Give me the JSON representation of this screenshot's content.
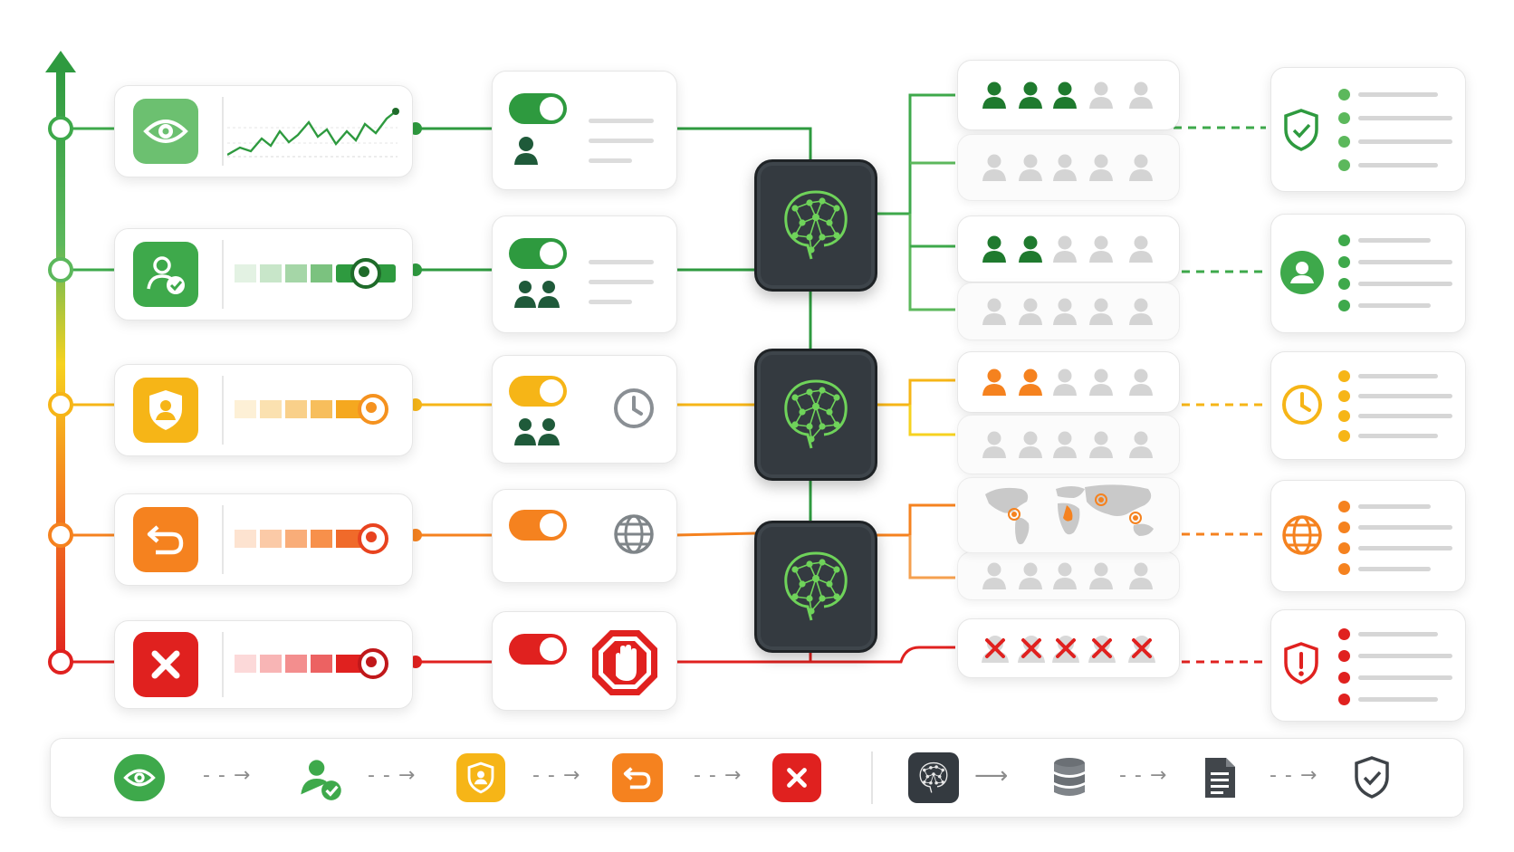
{
  "colors": {
    "green": "#2e9a3f",
    "lightgreen": "#5cb85c",
    "yellow": "#f6b517",
    "orange": "#f5821f",
    "red": "#e0211f",
    "chip": "#343a40",
    "neural": "#6fd35a"
  },
  "levels": [
    {
      "name": "observe",
      "icon": "eye-icon",
      "color": "#5cb85c",
      "indicator": "sparkline",
      "toggle_on": true,
      "person_icon": "single-user-icon",
      "badge_icon": "",
      "final_icon": "shield-check-icon"
    },
    {
      "name": "verified",
      "icon": "user-check-icon",
      "color": "#3ea94b",
      "indicator": "progress",
      "level_fraction": 1.0,
      "toggle_on": true,
      "person_icon": "two-users-icon",
      "badge_icon": "",
      "final_icon": "user-circle-icon"
    },
    {
      "name": "protected",
      "icon": "shield-user-icon",
      "color": "#f6b517",
      "indicator": "progress",
      "level_fraction": 1.0,
      "toggle_on": true,
      "person_icon": "two-users-icon",
      "badge_icon": "clock-icon",
      "final_icon": "clock-icon"
    },
    {
      "name": "revert",
      "icon": "undo-icon",
      "color": "#f5821f",
      "indicator": "progress",
      "level_fraction": 1.0,
      "toggle_on": true,
      "person_icon": "",
      "badge_icon": "globe-icon",
      "final_icon": "globe-icon"
    },
    {
      "name": "blocked",
      "icon": "x-icon",
      "color": "#e0211f",
      "indicator": "progress",
      "level_fraction": 1.0,
      "toggle_on": true,
      "person_icon": "",
      "badge_icon": "stop-hand-icon",
      "final_icon": "shield-alert-icon"
    }
  ],
  "audience_rows": [
    {
      "active": 3,
      "total": 5,
      "color": "#1f7a2e"
    },
    {
      "active": 0,
      "total": 5,
      "color": "#1f7a2e"
    },
    {
      "active": 2,
      "total": 5,
      "color": "#1f7a2e"
    },
    {
      "active": 0,
      "total": 5,
      "color": "#1f7a2e"
    },
    {
      "active": 2,
      "total": 5,
      "color": "#f5821f"
    },
    {
      "active": 0,
      "total": 5,
      "color": "#f5821f"
    },
    {
      "map": true
    },
    {
      "active": 0,
      "total": 5,
      "color": "#f5821f"
    },
    {
      "blocked": 5,
      "color": "#e0211f"
    }
  ],
  "legend_flow": [
    {
      "icon": "eye-icon",
      "color": "#3ea94b"
    },
    {
      "icon": "user-check-icon",
      "color": "#3ea94b"
    },
    {
      "icon": "shield-user-icon",
      "color": "#f6b517"
    },
    {
      "icon": "undo-icon",
      "color": "#f5821f"
    },
    {
      "icon": "x-icon",
      "color": "#e0211f"
    }
  ],
  "pipeline_flow": [
    {
      "icon": "neural-chip-icon"
    },
    {
      "icon": "database-icon"
    },
    {
      "icon": "document-icon"
    },
    {
      "icon": "shield-check-icon"
    }
  ]
}
